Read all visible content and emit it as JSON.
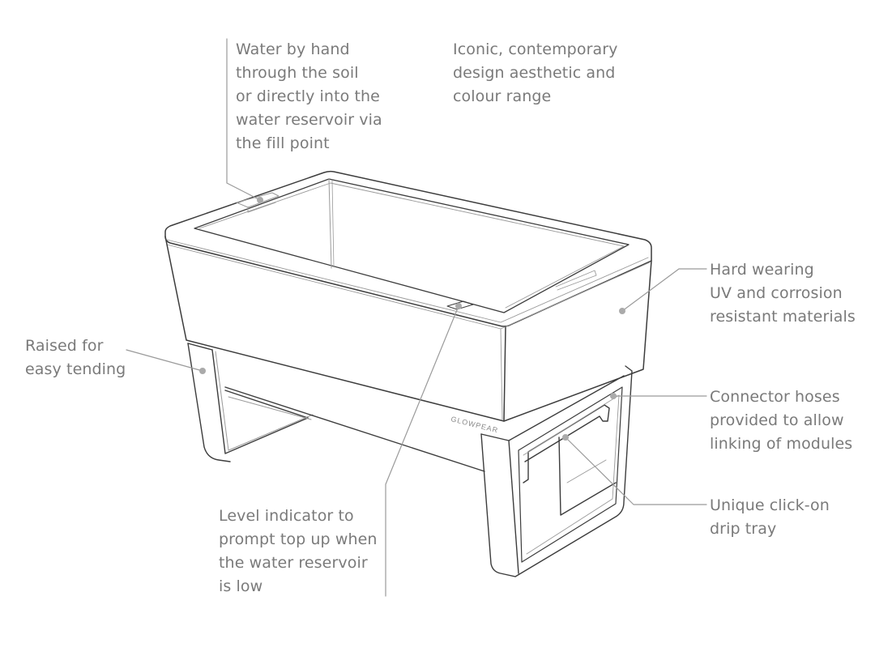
{
  "diagram": {
    "subject": "Raised planter (Glowpear self-watering module)",
    "brand_mark": "GLOWPEAR",
    "colors": {
      "text": "#7a7a7a",
      "leader": "#9a9a9a",
      "dot": "#aaaaaa",
      "outline": "#3c3c3c",
      "inner": "#9a9a9a",
      "background": "#ffffff"
    }
  },
  "callouts": {
    "water": {
      "lines": [
        "Water by hand",
        "through the soil",
        "or directly into the",
        "water reservoir via",
        "the fill point"
      ]
    },
    "design": {
      "lines": [
        "Iconic, contemporary",
        "design aesthetic and",
        "colour range"
      ]
    },
    "materials": {
      "lines": [
        "Hard wearing",
        "UV and corrosion",
        "resistant materials"
      ]
    },
    "raised": {
      "lines": [
        "Raised for",
        "easy tending"
      ]
    },
    "connector": {
      "lines": [
        "Connector hoses",
        "provided to allow",
        "linking of modules"
      ]
    },
    "tray": {
      "lines": [
        "Unique click-on",
        "drip tray"
      ]
    },
    "level": {
      "lines": [
        "Level indicator to",
        "prompt top up when",
        "the water reservoir",
        "is low"
      ]
    }
  }
}
